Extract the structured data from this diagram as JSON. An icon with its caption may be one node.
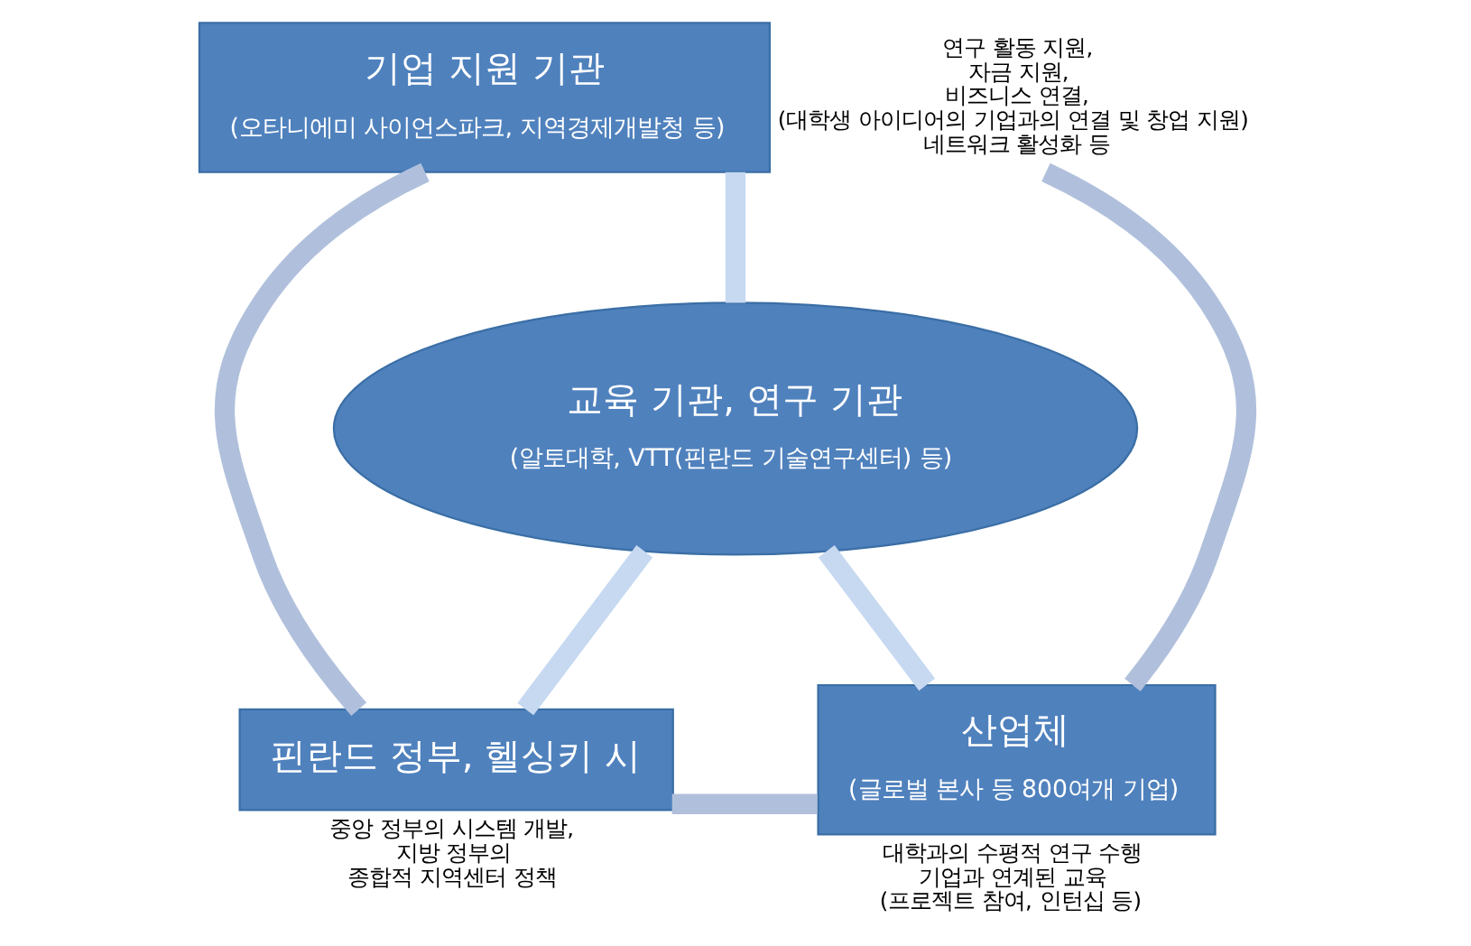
{
  "diagram": {
    "nodes": [
      {
        "text": [
          "기업 지원 기관",
          "(오타니에미 사이언스파크, 지역경제개발청 등)"
        ],
        "beside": [
          "연구 활동 지원,",
          "자금 지원,",
          "비즈니스 연결,",
          "(대학생 아이디어의 기업과의 연결 및 창업 지원)",
          "네트워크 활성화 등"
        ]
      },
      {
        "text": [
          "교육 기관, 연구 기관",
          "(알토대학, VTT(핀란드 기술연구센터) 등)"
        ]
      },
      {
        "text": [
          "핀란드 정부, 헬싱키 시"
        ],
        "beside": [
          "중앙 정부의 시스템 개발,",
          "지방 정부의",
          "종합적 지역센터 정책"
        ]
      },
      {
        "text": [
          "산업체",
          "(글로벌 본사 등 800여개 기업)"
        ],
        "beside": [
          "대학과의 수평적 연구 수행",
          "기업과 연계된 교육",
          "(프로젝트 참여, 인턴십 등)"
        ]
      }
    ],
    "edges": [
      {
        "from": 0,
        "to": 1,
        "arrow": "none",
        "color": "#c6d9f1"
      },
      {
        "from": 1,
        "to": 2,
        "arrow": "none",
        "color": "#c6d9f1"
      },
      {
        "from": 1,
        "to": 3,
        "arrow": "none",
        "color": "#c6d9f1"
      },
      {
        "from": 0,
        "to": 2,
        "arrow": "none"
      },
      {
        "from": 2,
        "to": 3,
        "arrow": "none"
      },
      {
        "from": 3,
        "to": 0,
        "arrow": "none"
      }
    ]
  }
}
